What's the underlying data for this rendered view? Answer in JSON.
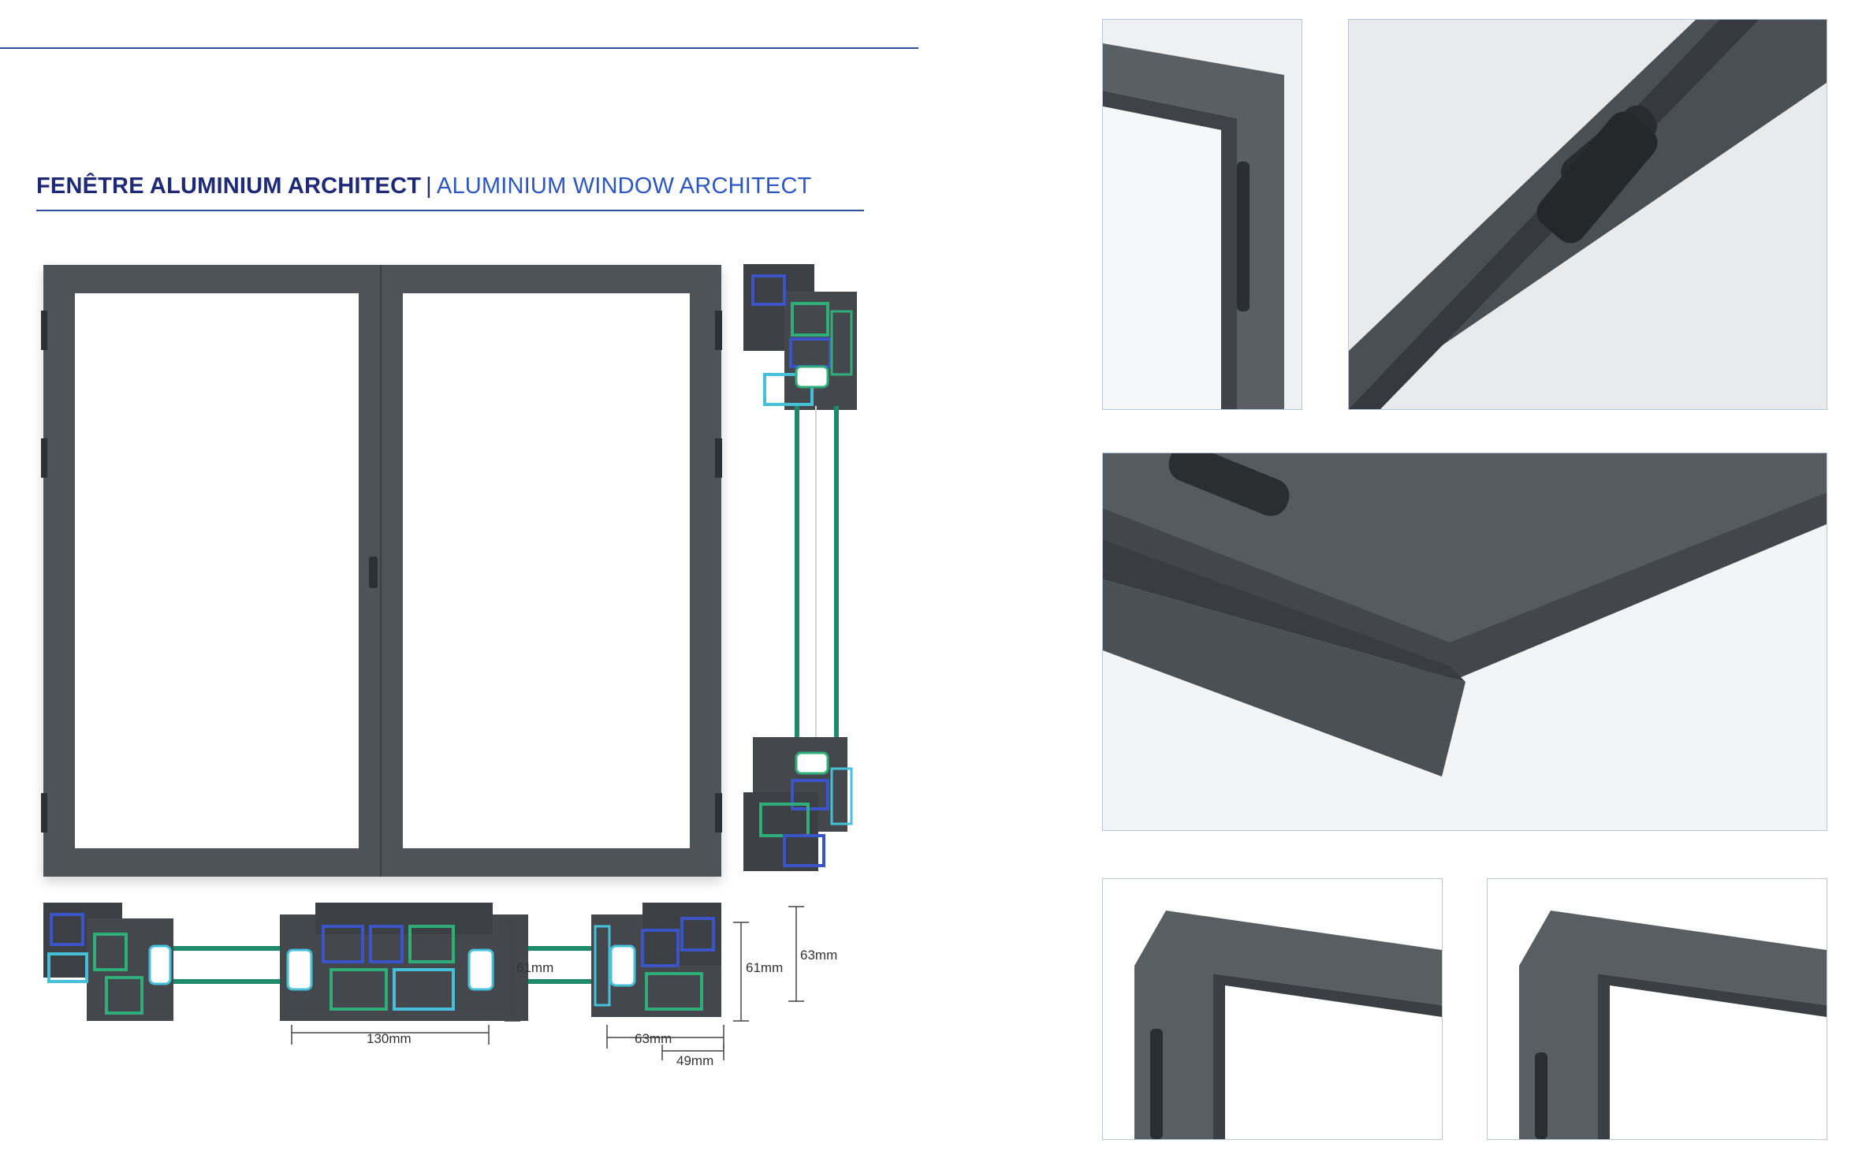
{
  "header": {
    "title_fr": "FENÊTRE ALUMINIUM ARCHITECT",
    "separator": "|",
    "title_en": "ALUMINIUM WINDOW ARCHITECT"
  },
  "dimensions": {
    "frame_depth_61a": "61mm",
    "frame_depth_61b": "61mm",
    "overall_63": "63mm",
    "width_130": "130mm",
    "width_63": "63mm",
    "width_49": "49mm"
  },
  "colors": {
    "accent_line": "#2f4f9a",
    "title_dark": "#1e2a78",
    "title_light": "#2c56c4",
    "frame_grey": "#4e5358",
    "glass_green": "#1d8a6b"
  }
}
